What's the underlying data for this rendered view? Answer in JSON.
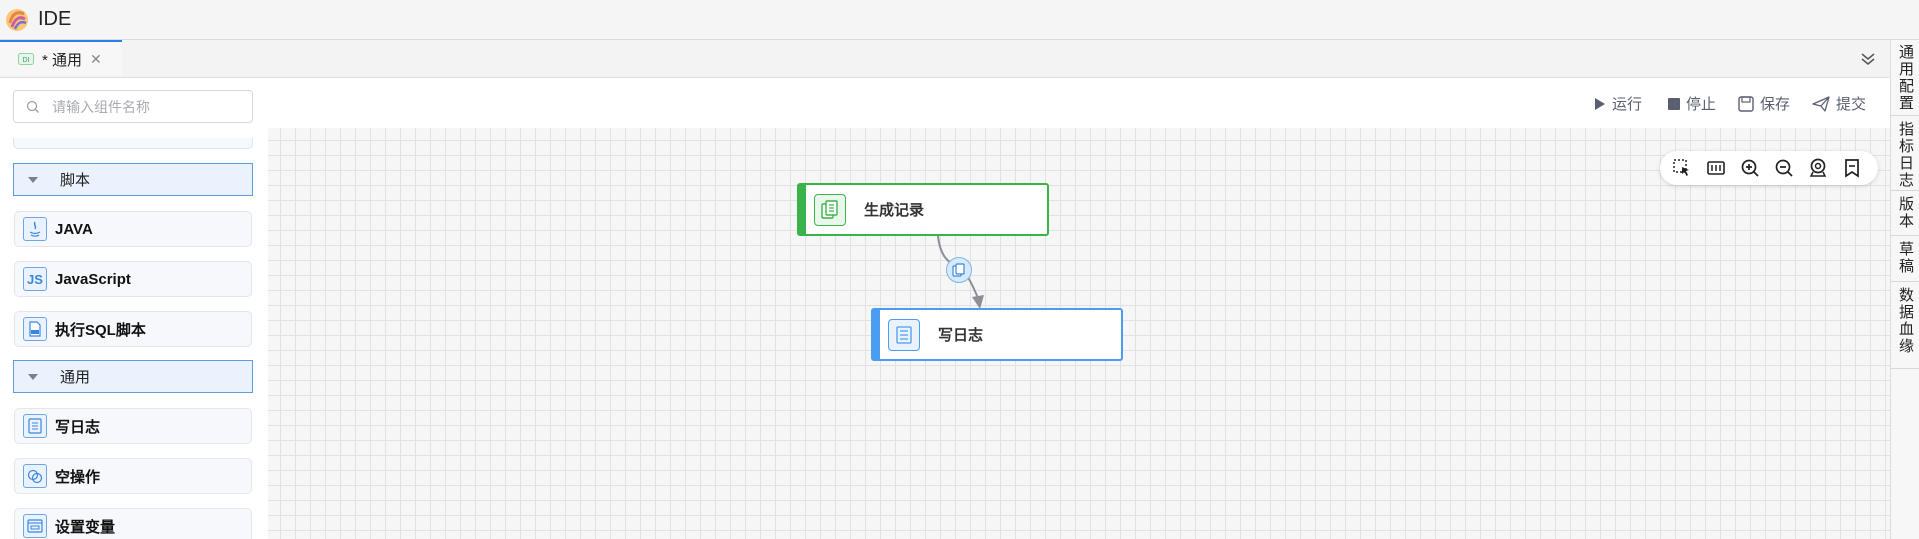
{
  "app": {
    "title": "IDE"
  },
  "tabs": [
    {
      "label": "* 通用",
      "badge": "DI"
    }
  ],
  "right_panel": {
    "items": [
      {
        "label": "通用配置"
      },
      {
        "label": "指标日志"
      },
      {
        "label": "版本"
      },
      {
        "label": "草稿"
      },
      {
        "label": "数据血缘"
      }
    ]
  },
  "palette": {
    "search_placeholder": "请输入组件名称",
    "groups": [
      {
        "label": "脚本",
        "items": [
          {
            "label": "JAVA",
            "icon": "java-icon"
          },
          {
            "label": "JavaScript",
            "icon": "javascript-icon",
            "glyph": "JS"
          },
          {
            "label": "执行SQL脚本",
            "icon": "sql-script-icon"
          }
        ]
      },
      {
        "label": "通用",
        "items": [
          {
            "label": "写日志",
            "icon": "write-log-icon"
          },
          {
            "label": "空操作",
            "icon": "empty-operation-icon"
          },
          {
            "label": "设置变量",
            "icon": "set-variable-icon"
          }
        ]
      }
    ]
  },
  "toolbar": {
    "run": "运行",
    "stop": "停止",
    "save": "保存",
    "submit": "提交"
  },
  "flow": {
    "nodes": [
      {
        "label": "生成记录",
        "icon": "generate-records-icon",
        "color": "#3ab44a"
      },
      {
        "label": "写日志",
        "icon": "write-log-icon",
        "color": "#4a9df0"
      }
    ]
  },
  "colors": {
    "accent": "#2b7de9",
    "group_border": "#5c9ee6",
    "node_green": "#3ab44a",
    "node_blue": "#4a9df0"
  }
}
